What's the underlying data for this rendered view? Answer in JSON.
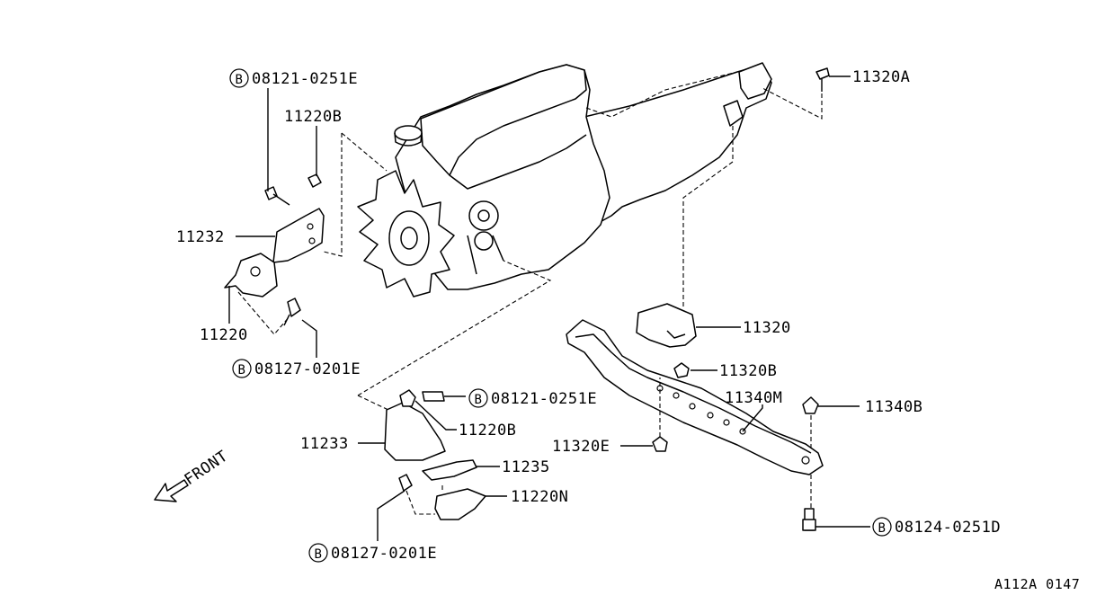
{
  "diagram_id": "A112A 0147",
  "front_label": "FRONT",
  "bolt_badge": "B",
  "labels": {
    "b_08121_0251e_top": "08121-0251E",
    "p_11220b_top": "11220B",
    "p_11232": "11232",
    "p_11220": "11220",
    "b_08127_0201e_mid": "08127-0201E",
    "p_11320a": "11320A",
    "p_11320": "11320",
    "p_11320b": "11320B",
    "p_11340m": "11340M",
    "p_11340b": "11340B",
    "p_11320e": "11320E",
    "b_08121_0251e_mid": "08121-0251E",
    "p_11220b_mid": "11220B",
    "p_11233": "11233",
    "p_11235": "11235",
    "p_11220n": "11220N",
    "b_08124_0251d": "08124-0251D",
    "b_08127_0201e_bottom": "08127-0201E"
  }
}
